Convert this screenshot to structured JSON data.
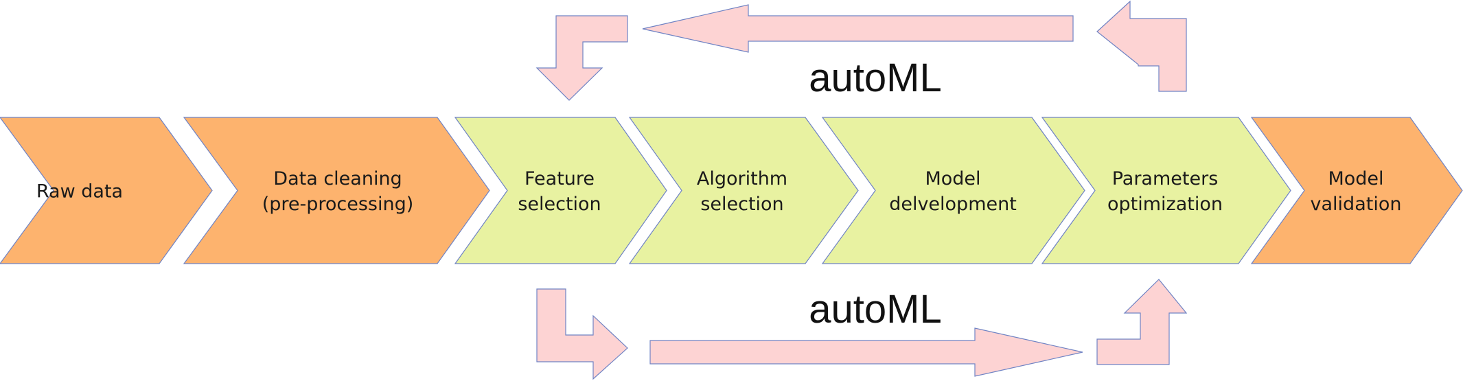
{
  "diagram": {
    "colors": {
      "preparation_fill": "#fdb36e",
      "automl_fill": "#e8f2a1",
      "arrow_fill": "#fdd3d3",
      "outline": "#6f83c4",
      "text": "#1a1a1a"
    },
    "steps": [
      {
        "lines": [
          "Raw data"
        ],
        "group": "preparation"
      },
      {
        "lines": [
          "Data cleaning",
          "(pre-processing)"
        ],
        "group": "preparation"
      },
      {
        "lines": [
          "Feature",
          "selection"
        ],
        "group": "automl"
      },
      {
        "lines": [
          "Algorithm",
          "selection"
        ],
        "group": "automl"
      },
      {
        "lines": [
          "Model",
          "delvelopment"
        ],
        "group": "automl"
      },
      {
        "lines": [
          "Parameters",
          "optimization"
        ],
        "group": "automl"
      },
      {
        "lines": [
          "Model",
          "validation"
        ],
        "group": "preparation"
      }
    ],
    "loop_labels": {
      "top": "autoML",
      "bottom": "autoML"
    }
  }
}
